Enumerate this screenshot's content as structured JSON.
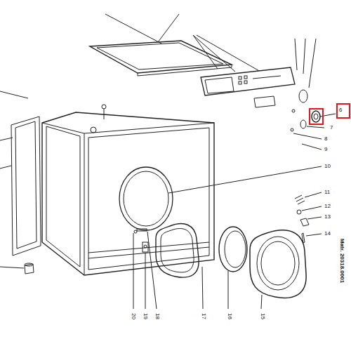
{
  "diagram": {
    "labels": [
      "6",
      "7",
      "8",
      "9",
      "10",
      "11",
      "12",
      "13",
      "14",
      "20",
      "19",
      "18",
      "17",
      "16",
      "15",
      "Matr. 20318.0001"
    ]
  }
}
